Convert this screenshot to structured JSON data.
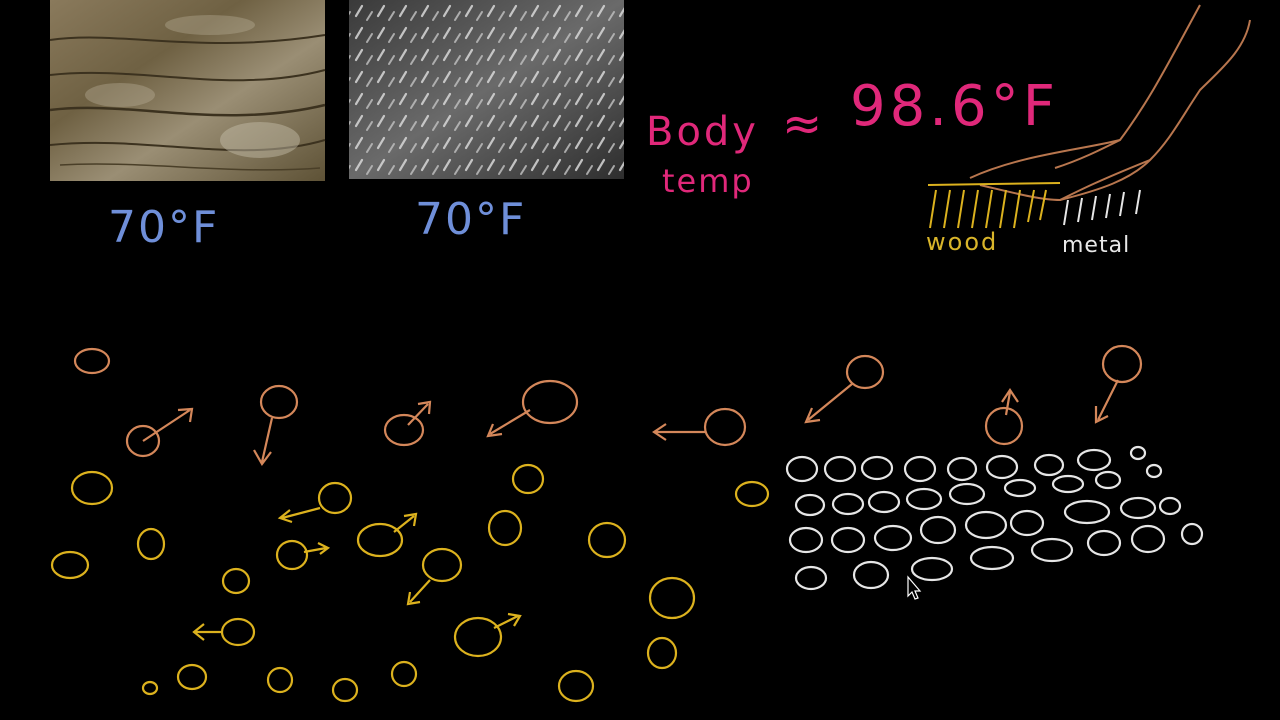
{
  "images": {
    "wood": {
      "name": "wood-texture"
    },
    "metal": {
      "name": "metal-diamond-plate-texture"
    }
  },
  "labels": {
    "wood_temp": "70°F",
    "metal_temp": "70°F",
    "body_word": "Body",
    "temp_word": "temp",
    "approx": "≈",
    "body_value": "98.6°F",
    "wood_word": "wood",
    "metal_word": "metal"
  },
  "colors": {
    "background": "#000000",
    "blue_ink": "#6f8fd9",
    "pink_ink": "#e0287a",
    "orange_ink": "#d4875a",
    "yellow_ink": "#dcb21e",
    "white_ink": "#e6e6e6"
  }
}
